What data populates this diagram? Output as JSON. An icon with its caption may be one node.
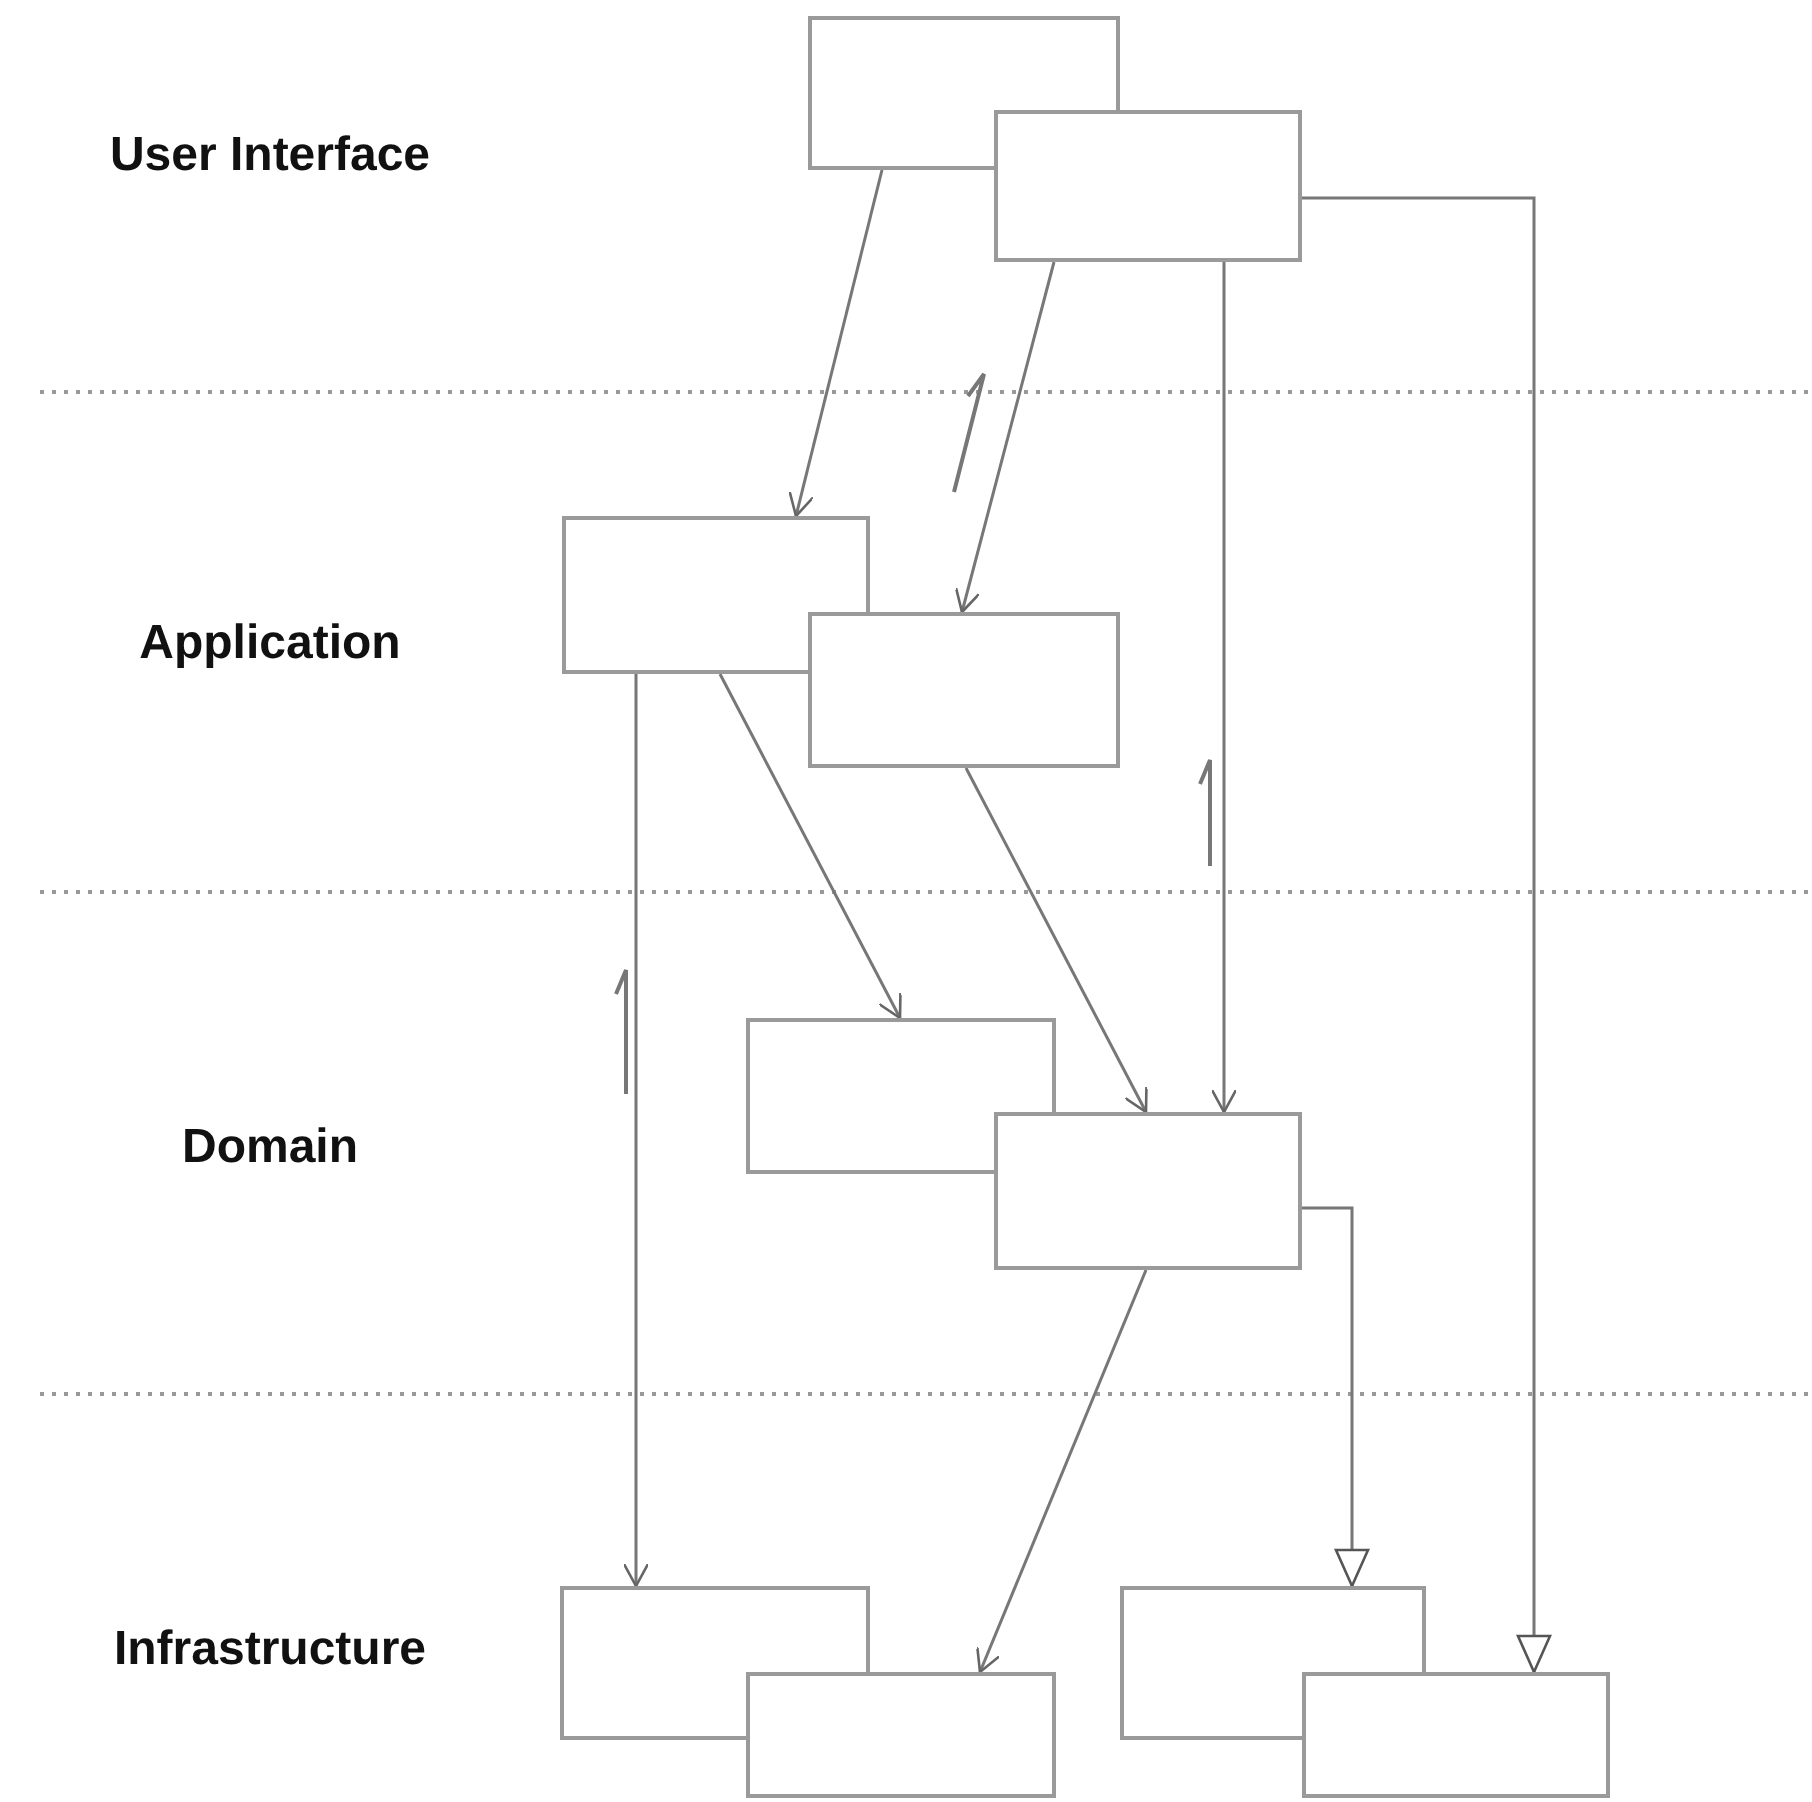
{
  "diagram": {
    "nodes": [
      {
        "text": [],
        "shape": "box"
      },
      {
        "text": [],
        "shape": "box"
      },
      {
        "text": [],
        "shape": "box"
      },
      {
        "text": [],
        "shape": "box"
      },
      {
        "text": [],
        "shape": "box"
      },
      {
        "text": [],
        "shape": "box"
      },
      {
        "text": [],
        "shape": "box"
      },
      {
        "text": [],
        "shape": "box"
      },
      {
        "text": [],
        "shape": "box"
      },
      {
        "text": [],
        "shape": "box"
      }
    ],
    "edges": [
      {
        "from": 0,
        "to": 2,
        "arrow": "to"
      },
      {
        "from": 1,
        "to": 3,
        "arrow": "to"
      },
      {
        "from": 1,
        "to": 5,
        "arrow": "to"
      },
      {
        "from": 1,
        "to": 9,
        "arrow": "to"
      },
      {
        "from": 2,
        "to": 6,
        "arrow": "to"
      },
      {
        "from": 2,
        "to": 4,
        "arrow": "to"
      },
      {
        "from": 3,
        "to": 5,
        "arrow": "to"
      },
      {
        "from": 5,
        "to": 8,
        "arrow": "to"
      },
      {
        "from": 5,
        "to": 7,
        "arrow": "to"
      }
    ],
    "labels": [
      "User Interface",
      "Application",
      "Domain",
      "Infrastructure"
    ]
  }
}
